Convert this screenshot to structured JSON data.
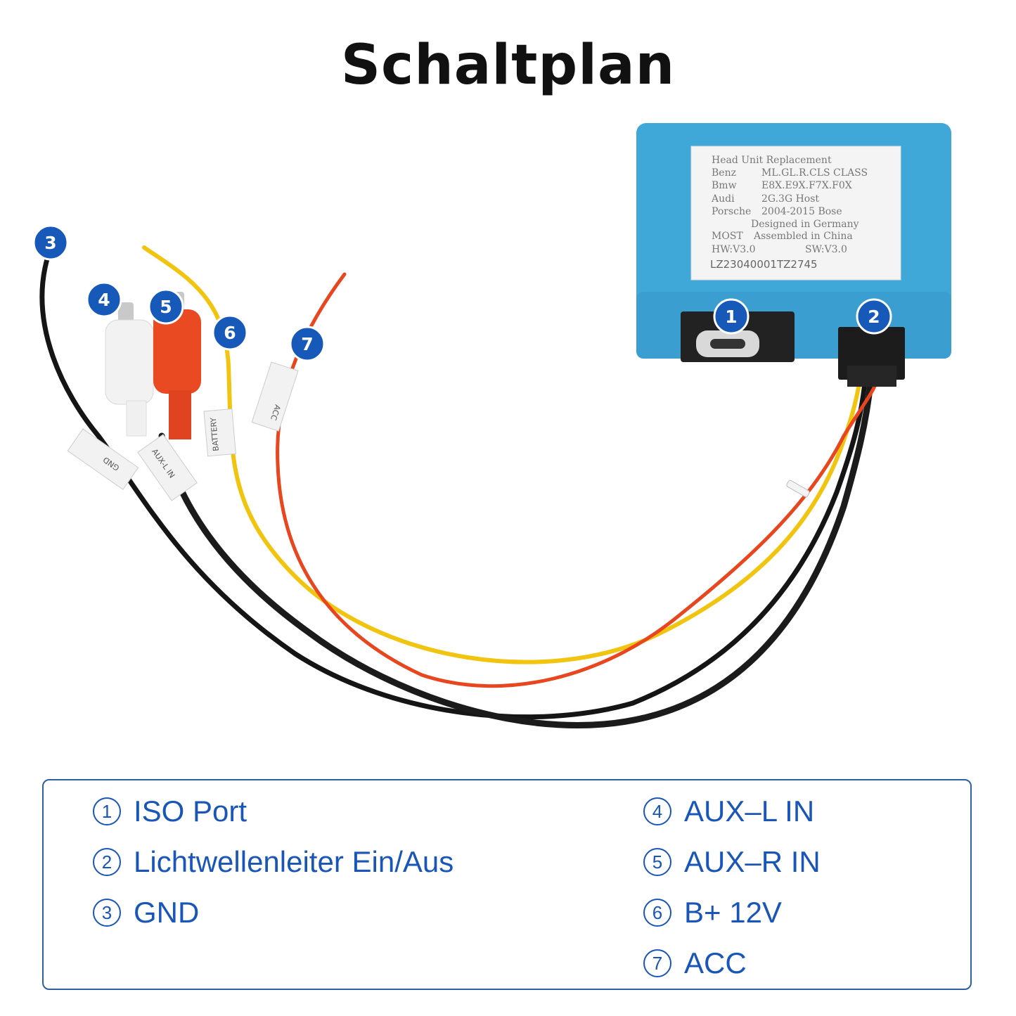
{
  "title": "Schaltplan",
  "module_label": {
    "lines": [
      {
        "a": "Head Unit Replacement",
        "b": ""
      },
      {
        "a": "Benz",
        "b": "ML.GL.R.CLS CLASS"
      },
      {
        "a": "Bmw",
        "b": "E8X.E9X.F7X.F0X"
      },
      {
        "a": "Audi",
        "b": "2G.3G Host"
      },
      {
        "a": "Porsche",
        "b": "2004-2015 Bose"
      },
      {
        "a": "",
        "b": "Designed in Germany"
      },
      {
        "a": "MOST",
        "b": "Assembled in China"
      },
      {
        "a": "HW:V3.0",
        "b": "SW:V3.0"
      }
    ],
    "serial": "LZ23040001TZ2745"
  },
  "wire_tags": {
    "gnd": "GND",
    "aux": "AUX-L IN",
    "battery": "BATTERY",
    "acc": "ACC"
  },
  "badges": [
    "1",
    "2",
    "3",
    "4",
    "5",
    "6",
    "7"
  ],
  "legend": {
    "left": [
      {
        "num": "1",
        "label": "ISO Port"
      },
      {
        "num": "2",
        "label": "Lichtwellenleiter Ein/Aus"
      },
      {
        "num": "3",
        "label": "GND"
      }
    ],
    "right": [
      {
        "num": "4",
        "label": "AUX–L IN"
      },
      {
        "num": "5",
        "label": "AUX–R IN"
      },
      {
        "num": "6",
        "label": "B+ 12V"
      },
      {
        "num": "7",
        "label": "ACC"
      }
    ]
  },
  "colors": {
    "module": "#40a8d8",
    "badge": "#1659b8",
    "legend_text": "#1a56b8",
    "wire_black": "#151515",
    "wire_yellow": "#f1c40f",
    "wire_red": "#e8461f"
  }
}
